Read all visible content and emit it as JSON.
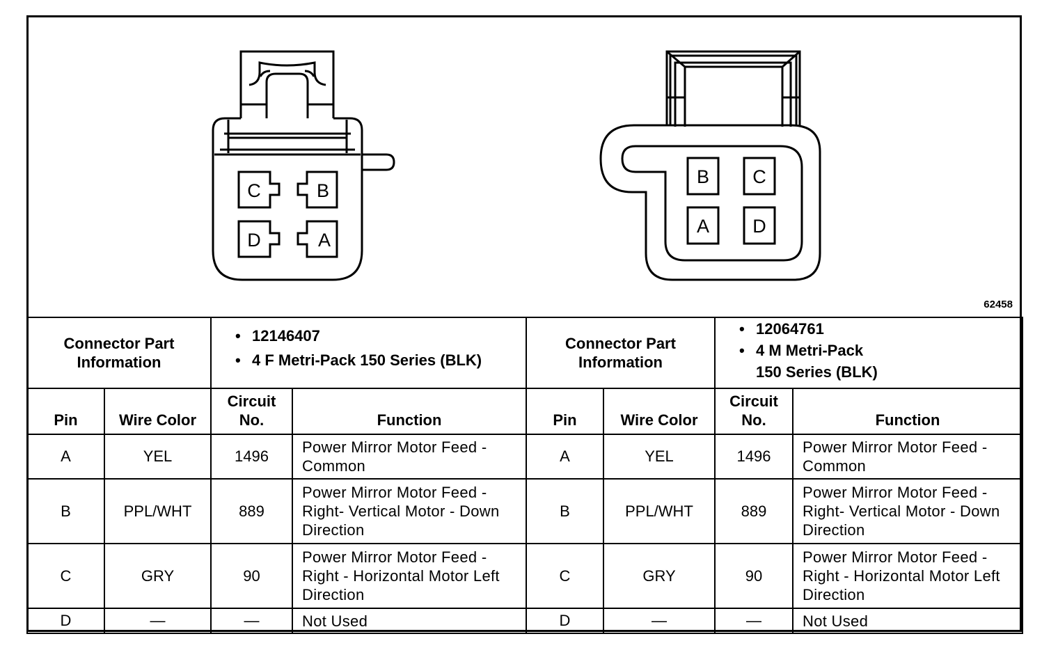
{
  "figure_id": "62458",
  "connector_female": {
    "pins": [
      "C",
      "B",
      "D",
      "A"
    ]
  },
  "connector_male": {
    "pins": [
      "B",
      "C",
      "A",
      "D"
    ]
  },
  "left_table": {
    "info_label": "Connector Part Information",
    "part_number": "12146407",
    "description": "4 F Metri-Pack 150 Series (BLK)",
    "headers": {
      "pin": "Pin",
      "wire_color": "Wire Color",
      "circuit_no": "Circuit No.",
      "function": "Function"
    },
    "rows": [
      {
        "pin": "A",
        "wire_color": "YEL",
        "circuit": "1496",
        "function": "Power Mirror Motor Feed - Common"
      },
      {
        "pin": "B",
        "wire_color": "PPL/WHT",
        "circuit": "889",
        "function": "Power Mirror Motor Feed - Right- Vertical Motor - Down Direction"
      },
      {
        "pin": "C",
        "wire_color": "GRY",
        "circuit": "90",
        "function": "Power Mirror Motor Feed - Right - Horizontal Motor Left Direction"
      },
      {
        "pin": "D",
        "wire_color": "—",
        "circuit": "—",
        "function": "Not Used"
      }
    ]
  },
  "right_table": {
    "info_label": "Connector Part Information",
    "part_number": "12064761",
    "description_line1": "4 M Metri-Pack",
    "description_line2": "150 Series (BLK)",
    "headers": {
      "pin": "Pin",
      "wire_color": "Wire Color",
      "circuit_no": "Circuit No.",
      "function": "Function"
    },
    "rows": [
      {
        "pin": "A",
        "wire_color": "YEL",
        "circuit": "1496",
        "function": "Power Mirror Motor Feed - Common"
      },
      {
        "pin": "B",
        "wire_color": "PPL/WHT",
        "circuit": "889",
        "function": "Power Mirror Motor Feed - Right- Vertical Motor - Down Direction"
      },
      {
        "pin": "C",
        "wire_color": "GRY",
        "circuit": "90",
        "function": "Power Mirror Motor Feed - Right - Horizontal Motor Left Direction"
      },
      {
        "pin": "D",
        "wire_color": "—",
        "circuit": "—",
        "function": "Not Used"
      }
    ]
  }
}
